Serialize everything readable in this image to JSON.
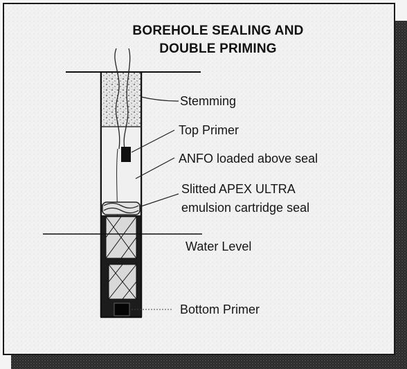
{
  "diagram": {
    "title_line_1": "BOREHOLE SEALING AND",
    "title_line_2": "DOUBLE PRIMING",
    "labels": {
      "stemming": "Stemming",
      "top_primer": "Top Primer",
      "anfo": "ANFO loaded above seal",
      "seal_line_1": "Slitted APEX ULTRA",
      "seal_line_2": "emulsion cartridge seal",
      "water_level": "Water Level",
      "bottom_primer": "Bottom Primer"
    }
  }
}
